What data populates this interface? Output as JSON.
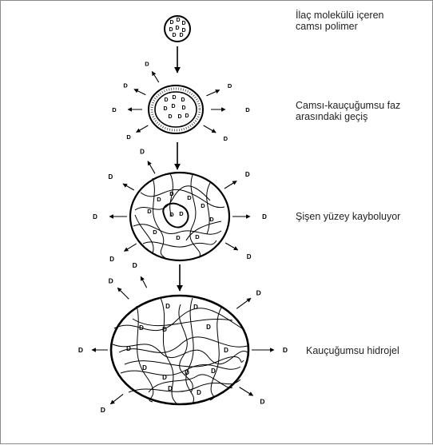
{
  "stages": [
    {
      "line1": "İlaç molekülü içeren",
      "line2": "camsı polimer"
    },
    {
      "line1": "Camsı-kauçuğumsu faz",
      "line2": "arasındaki geçiş"
    },
    {
      "line1": "Şişen yüzey kayboluyor",
      "line2": ""
    },
    {
      "line1": "Kauçuğumsu hidrojel",
      "line2": ""
    }
  ],
  "drug_symbol": "D",
  "colors": {
    "ink": "#000000",
    "text": "#222222",
    "frame": "#8a8a8a",
    "background": "#ffffff"
  }
}
